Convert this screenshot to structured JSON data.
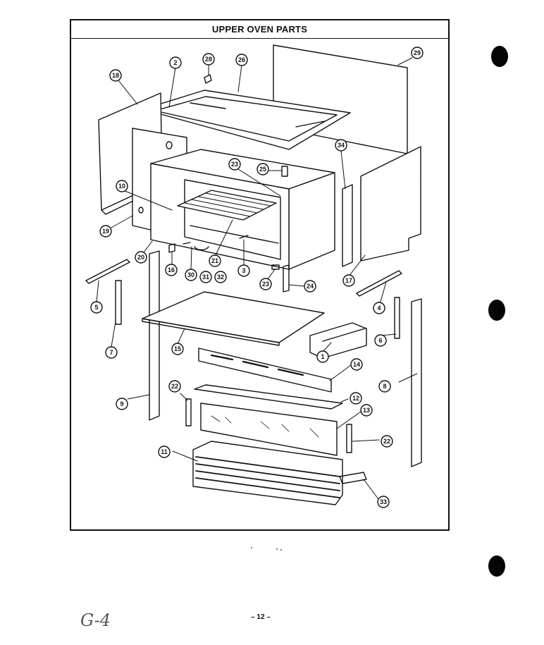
{
  "title": "UPPER OVEN PARTS",
  "callouts": [
    {
      "id": "c18",
      "label": "18"
    },
    {
      "id": "c2",
      "label": "2"
    },
    {
      "id": "c28",
      "label": "28"
    },
    {
      "id": "c26",
      "label": "26"
    },
    {
      "id": "c29",
      "label": "29"
    },
    {
      "id": "c34",
      "label": "34"
    },
    {
      "id": "c23a",
      "label": "23"
    },
    {
      "id": "c25",
      "label": "25"
    },
    {
      "id": "c10",
      "label": "10"
    },
    {
      "id": "c19",
      "label": "19"
    },
    {
      "id": "c20",
      "label": "20"
    },
    {
      "id": "c16",
      "label": "16"
    },
    {
      "id": "c30",
      "label": "30"
    },
    {
      "id": "c31",
      "label": "31"
    },
    {
      "id": "c32",
      "label": "32"
    },
    {
      "id": "c21",
      "label": "21"
    },
    {
      "id": "c3",
      "label": "3"
    },
    {
      "id": "c23b",
      "label": "23"
    },
    {
      "id": "c24",
      "label": "24"
    },
    {
      "id": "c17",
      "label": "17"
    },
    {
      "id": "c5",
      "label": "5"
    },
    {
      "id": "c4",
      "label": "4"
    },
    {
      "id": "c7",
      "label": "7"
    },
    {
      "id": "c15",
      "label": "15"
    },
    {
      "id": "c6",
      "label": "6"
    },
    {
      "id": "c1",
      "label": "1"
    },
    {
      "id": "c14",
      "label": "14"
    },
    {
      "id": "c8",
      "label": "8"
    },
    {
      "id": "c22a",
      "label": "22"
    },
    {
      "id": "c9",
      "label": "9"
    },
    {
      "id": "c12",
      "label": "12"
    },
    {
      "id": "c13",
      "label": "13"
    },
    {
      "id": "c22b",
      "label": "22"
    },
    {
      "id": "c11",
      "label": "11"
    },
    {
      "id": "c33",
      "label": "33"
    }
  ],
  "handwritten_note": "G-4",
  "page_number": "– 12 –",
  "colors": {
    "ink": "#111111",
    "paper": "#ffffff",
    "punch_hole": "#050505"
  }
}
